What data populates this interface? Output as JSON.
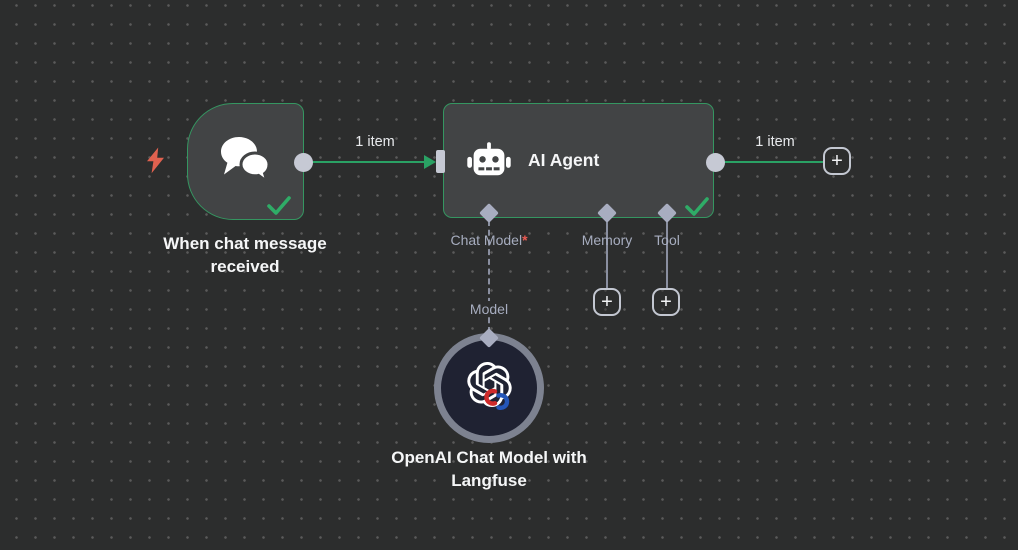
{
  "ui": {
    "plus": "+",
    "required_marker": "*"
  },
  "colors": {
    "canvas_bg": "#2c2d2d",
    "grid_dot": "#5a5a5a",
    "node_fill": "#424445",
    "node_border": "#359661",
    "connection_green": "#2aa164",
    "endpoint_gray": "#c6c9d4",
    "diamond_gray": "#a8adc0",
    "port_label_gray": "#a7adbf",
    "title_white": "#f5f6f7",
    "asterisk_red": "#ec5a53",
    "bolt_orange": "#e0614f",
    "check_green": "#2fac67",
    "model_circle_fill": "#1f2232",
    "model_circle_ring": "#7d8290"
  },
  "nodes": {
    "trigger": {
      "title": "When chat message received",
      "icon": "chat-bubbles-icon",
      "status": "success"
    },
    "agent": {
      "title": "AI Agent",
      "icon": "robot-icon",
      "status": "success",
      "ports": [
        {
          "label": "Chat Model",
          "required": true
        },
        {
          "label": "Memory",
          "required": false
        },
        {
          "label": "Tool",
          "required": false
        }
      ]
    },
    "model": {
      "title": "OpenAI Chat Model with Langfuse",
      "icon": "openai-logo-icon",
      "port_label": "Model"
    }
  },
  "connections": {
    "trigger_to_agent": {
      "label": "1 item"
    },
    "agent_output": {
      "label": "1 item"
    }
  }
}
